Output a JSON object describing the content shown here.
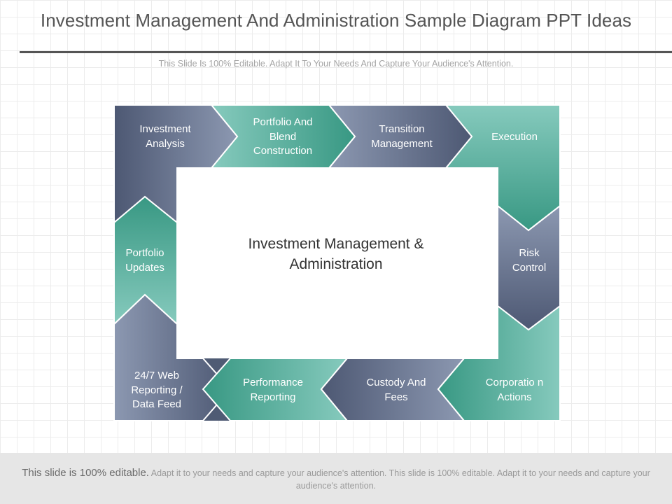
{
  "header": {
    "title": "Investment Management And Administration Sample Diagram PPT Ideas",
    "subtitle": "This Slide Is 100% Editable. Adapt It To Your Needs And Capture Your Audience's Attention."
  },
  "diagram": {
    "center_label": "Investment Management & Administration",
    "steps": [
      {
        "id": "investment-analysis",
        "label": "Investment Analysis",
        "shade": "slate"
      },
      {
        "id": "portfolio-blend",
        "label": "Portfolio And Blend Construction",
        "shade": "teal"
      },
      {
        "id": "transition-management",
        "label": "Transition Management",
        "shade": "slate"
      },
      {
        "id": "execution",
        "label": "Execution",
        "shade": "teal"
      },
      {
        "id": "risk-control",
        "label": "Risk Control",
        "shade": "slate"
      },
      {
        "id": "corporation-actions",
        "label": "Corporatio n Actions",
        "shade": "teal"
      },
      {
        "id": "custody-fees",
        "label": "Custody And Fees",
        "shade": "slate"
      },
      {
        "id": "performance-reporting",
        "label": "Performance Reporting",
        "shade": "teal"
      },
      {
        "id": "web-reporting",
        "label": "24/7 Web Reporting / Data Feed",
        "shade": "slate"
      },
      {
        "id": "portfolio-updates",
        "label": "Portfolio Updates",
        "shade": "teal"
      }
    ],
    "colors": {
      "slate_light": "#8b97b0",
      "slate_dark": "#4c5872",
      "teal_light": "#7ec5b8",
      "teal_dark": "#3a9a83"
    }
  },
  "footer": {
    "lead": "This slide is 100% editable.",
    "text": "Adapt it to your needs and capture your audience's attention. This slide is 100% editable. Adapt it to your needs and capture your audience's attention."
  }
}
